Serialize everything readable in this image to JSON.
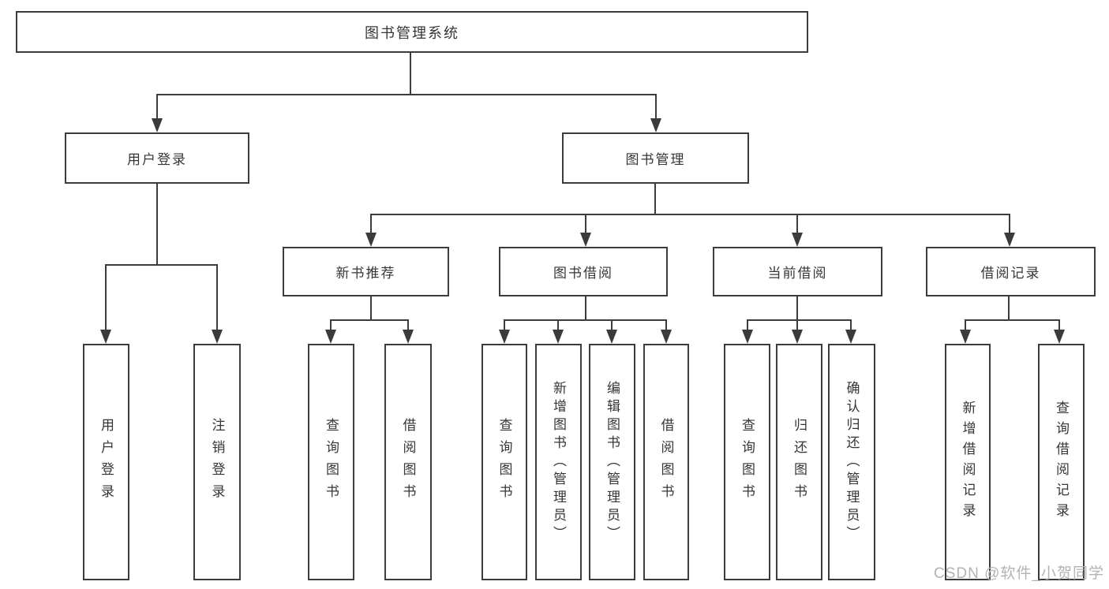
{
  "colors": {
    "line": "#3b3b3b",
    "box_border": "#3b3b3b",
    "text": "#363636",
    "background": "#ffffff",
    "watermark": "#b3b3b3"
  },
  "diagram": {
    "root": {
      "label": "图书管理系统"
    },
    "branches": [
      {
        "label": "用户登录",
        "children": [
          {
            "label": "用户登录"
          },
          {
            "label": "注销登录"
          }
        ]
      },
      {
        "label": "图书管理",
        "children": [
          {
            "label": "新书推荐",
            "children": [
              {
                "label": "查询图书"
              },
              {
                "label": "借阅图书"
              }
            ]
          },
          {
            "label": "图书借阅",
            "children": [
              {
                "label": "查询图书"
              },
              {
                "label": "新增图书（管理员）"
              },
              {
                "label": "编辑图书（管理员）"
              },
              {
                "label": "借阅图书"
              }
            ]
          },
          {
            "label": "当前借阅",
            "children": [
              {
                "label": "查询图书"
              },
              {
                "label": "归还图书"
              },
              {
                "label": "确认归还（管理员）"
              }
            ]
          },
          {
            "label": "借阅记录",
            "children": [
              {
                "label": "新增借阅记录"
              },
              {
                "label": "查询借阅记录"
              }
            ]
          }
        ]
      }
    ]
  },
  "watermark": {
    "text": "CSDN @软件_小贺同学"
  }
}
